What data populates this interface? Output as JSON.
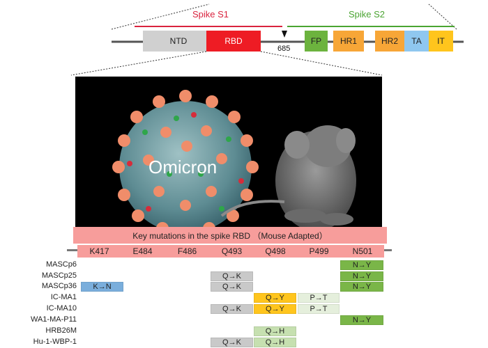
{
  "spike": {
    "s1_label": "Spike S1",
    "s2_label": "Spike S2",
    "cleavage_site": "685",
    "domains": [
      "NTD",
      "RBD",
      "FP",
      "HR1",
      "HR2",
      "TA",
      "IT"
    ]
  },
  "image": {
    "omicron_label": "Omicron"
  },
  "panel": {
    "title": "Key mutations in the spike RBD （Mouse Adapted）",
    "positions": [
      "K417",
      "E484",
      "F486",
      "Q493",
      "Q498",
      "P499",
      "N501"
    ]
  },
  "strains": [
    {
      "name": "MASCp6"
    },
    {
      "name": "MASCp25"
    },
    {
      "name": "MASCp36"
    },
    {
      "name": "IC-MA1"
    },
    {
      "name": "IC-MA10"
    },
    {
      "name": "WA1-MA-P11"
    },
    {
      "name": "HRB26M"
    },
    {
      "name": "Hu-1-WBP-1"
    }
  ],
  "mutations": {
    "k_n": "K→N",
    "q_k": "Q→K",
    "q_y": "Q→Y",
    "p_t": "P→T",
    "n_y": "N→Y",
    "q_h": "Q→H"
  },
  "colors": {
    "s1": "#d9233e",
    "s2": "#4aa431",
    "rbd": "#ee1c24",
    "ntd": "#d0d0d0",
    "fp": "#6cb33e",
    "hr": "#f7a637",
    "ta": "#8fc7ef",
    "it": "#ffc51d",
    "panel": "#f79d9b",
    "k_n": "#7aaedc",
    "q_k": "#c9c9c9",
    "q_y": "#ffc51d",
    "p_t": "#e5efdc",
    "n_y": "#7ab648",
    "q_h": "#c6e0b0"
  }
}
